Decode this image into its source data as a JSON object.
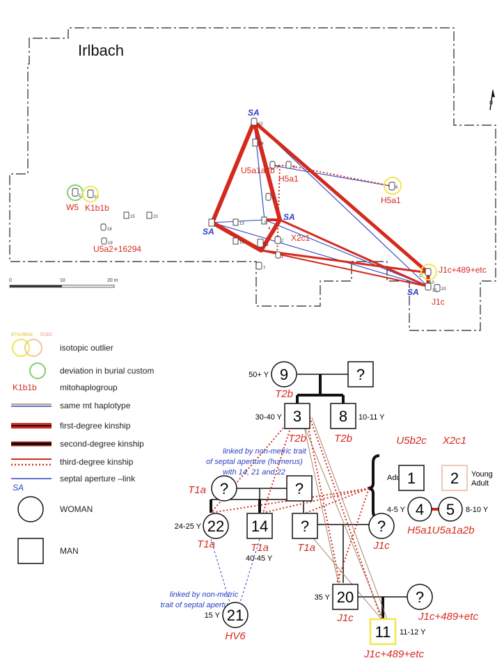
{
  "map": {
    "title": "Irlbach",
    "scale_labels": [
      "0",
      "10",
      "20 m"
    ],
    "north_label": "N"
  },
  "map_labels": {
    "w5": "W5",
    "k1b1b": "K1b1b",
    "u5a2": "U5a2+16294",
    "u5a1a2b": "U5a1a2b",
    "h5a1_center": "H5a1",
    "h5a1_right": "H5a1",
    "x2c1": "X2c1",
    "j1c_plus": "J1c+489+etc",
    "j1c": "J1c",
    "sa_top": "SA",
    "sa_left": "SA",
    "sa_center": "SA",
    "sa_right": "SA"
  },
  "grave_numbers": {
    "g17": "17",
    "g16": "16",
    "g15": "15",
    "g23": "23",
    "g18": "18",
    "g19": "19",
    "g22": "22",
    "g24": "24",
    "g3": "3",
    "g8": "8",
    "g13": "13",
    "g12": "12",
    "g9": "9",
    "g4": "4",
    "g7": "7",
    "g14": "14",
    "g2": "2",
    "g1": "1",
    "g5": "5",
    "g11": "11",
    "g20": "20",
    "g21": "21",
    "g10": "10",
    "g6": "6"
  },
  "legend": {
    "isotope_header_sr": "87Sr/86Sr",
    "isotope_header_o": "δ18O",
    "items": [
      {
        "key": "isotopic_outlier",
        "label": "isotopic outlier"
      },
      {
        "key": "burial_deviation",
        "label": "deviation in burial custom"
      },
      {
        "key": "mitohaplogroup",
        "label": "mitohaplogroup",
        "sample": "K1b1b"
      },
      {
        "key": "same_mt",
        "label": "same mt haplotype"
      },
      {
        "key": "first_degree",
        "label": "first-degree kinship"
      },
      {
        "key": "second_degree",
        "label": "second-degree kinship"
      },
      {
        "key": "third_degree",
        "label": "third-degree kinship"
      },
      {
        "key": "septal",
        "label": "septal aperture –link",
        "sample": "SA"
      },
      {
        "key": "woman",
        "label": "WOMAN"
      },
      {
        "key": "man",
        "label": "MAN"
      }
    ]
  },
  "pedigree": {
    "p9": {
      "id": "9",
      "age": "50+ Y",
      "hap": "T2b"
    },
    "p9_partner": {
      "id": "?"
    },
    "p3": {
      "id": "3",
      "age": "30-40 Y",
      "hap": "T2b"
    },
    "p8": {
      "id": "8",
      "age": "10-11 Y",
      "hap": "T2b"
    },
    "p1": {
      "id": "1",
      "hap": "U5b2c"
    },
    "p2": {
      "id": "2",
      "hap": "X2c1",
      "age": "Young\nAdult"
    },
    "adult_label": "Adult",
    "p4": {
      "id": "4",
      "age": "4-5 Y",
      "hap": "H5a1"
    },
    "p5": {
      "id": "5",
      "age": "8-10 Y",
      "hap": "U5a1a2b"
    },
    "t1a_woman": {
      "id": "?",
      "hap": "T1a"
    },
    "t1a_man": {
      "id": "?"
    },
    "p22": {
      "id": "22",
      "age": "24-25 Y",
      "hap": "T1a"
    },
    "p14": {
      "id": "14",
      "age": "40-45 Y",
      "hap": "T1a"
    },
    "unk_man": {
      "id": "?",
      "hap": "T1a"
    },
    "unk_woman_j1c": {
      "id": "?",
      "hap": "J1c"
    },
    "p20": {
      "id": "20",
      "age": "35 Y",
      "hap": "J1c"
    },
    "unk_woman_j1c489": {
      "id": "?",
      "hap": "J1c+489+etc"
    },
    "p21": {
      "id": "21",
      "age": "15 Y",
      "hap": "HV6"
    },
    "p11": {
      "id": "11",
      "age": "11-12 Y",
      "hap": "J1c+489+etc"
    },
    "note_septal_1": "linked by non-metric trait",
    "note_septal_2": "of septal aperture (humerus)",
    "note_septal_3": "with 14, 21 and 22",
    "note_nm_1": "linked by non-metric",
    "note_nm_2": "trait of septal aperture"
  },
  "colors": {
    "red": "#d42a1e",
    "blue": "#2a3fc4",
    "yellow": "#f2e64a",
    "green": "#7fd06a",
    "orange_box": "#e8b79a"
  }
}
